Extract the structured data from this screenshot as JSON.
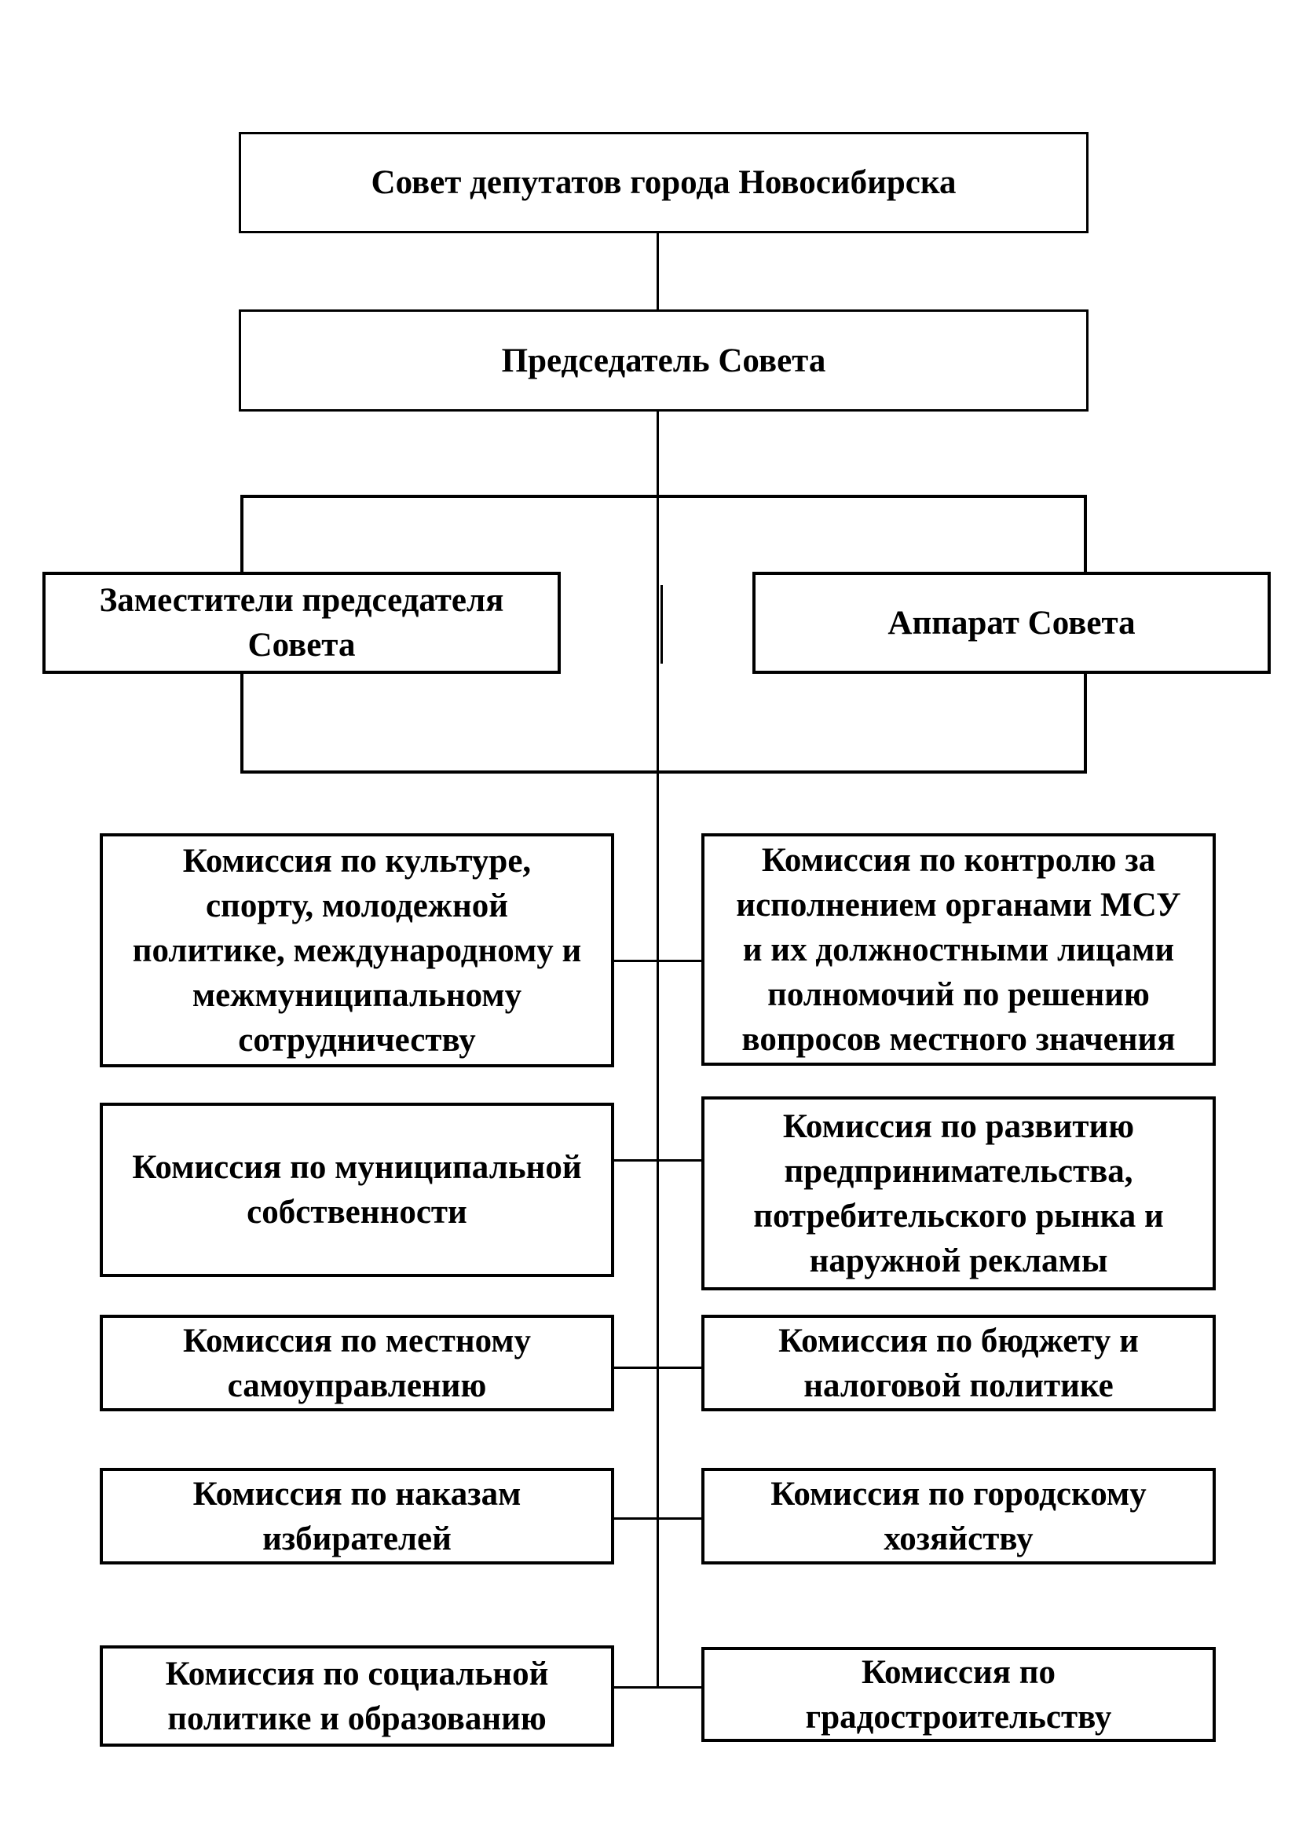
{
  "diagram": {
    "council_label": "Совет депутатов города Новосибирска",
    "chairman_label": "Председатель Совета",
    "deputies_label": "Заместители председателя\nСовета",
    "apparatus_label": "Аппарат Совета",
    "commissions_left": [
      "Комиссия по культуре,\nспорту, молодежной\nполитике, международному и\nмежмуниципальному\nсотрудничеству",
      "Комиссия по муниципальной\nсобственности",
      "Комиссия по местному\nсамоуправлению",
      "Комиссия по наказам\nизбирателей",
      "Комиссия по социальной\nполитике и образованию"
    ],
    "commissions_right": [
      "Комиссия по контролю за\nисполнением органами МСУ\nи их должностными лицами\nполномочий по решению\nвопросов местного значения",
      "Комиссия по развитию\nпредпринимательства,\nпотребительского рынка и\nнаружной рекламы",
      "Комиссия по бюджету и\nналоговой политике",
      "Комиссия по городскому\nхозяйству",
      "Комиссия по\nградостроительству"
    ],
    "colors": {
      "background": "#ffffff",
      "line": "#000000",
      "text": "#000000"
    }
  }
}
